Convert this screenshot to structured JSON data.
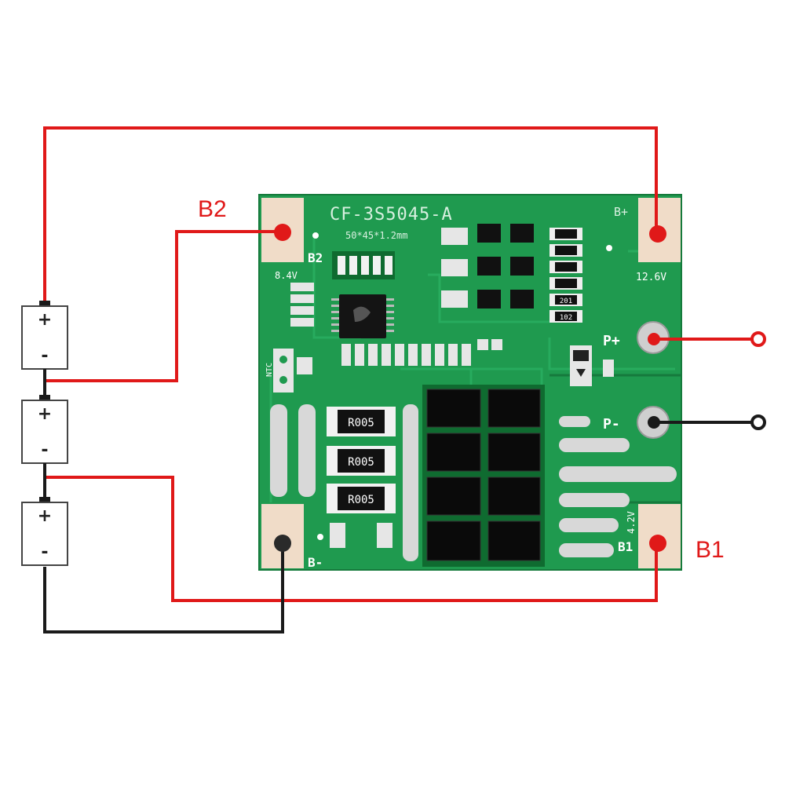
{
  "colors": {
    "wire_red": "#e01919",
    "wire_black": "#1a1a1a",
    "pcb_green": "#1f9a4f",
    "pad": "#f0dcc8",
    "label_red": "#e01919"
  },
  "external_labels": {
    "b2": "B2",
    "b1": "B1"
  },
  "board": {
    "model": "CF-3S5045-A",
    "dims": "50*45*1.2mm",
    "silk": {
      "b_plus": "B+",
      "b2": "B2",
      "b_minus": "B-",
      "b1": "B1",
      "p_plus": "P+",
      "p_minus": "P-",
      "v_8_4": "8.4V",
      "v_12_6": "12.6V",
      "v_4_2": "4.2V",
      "ntc": "NTC"
    },
    "shunt_resistors": [
      "R005",
      "R005",
      "R005"
    ],
    "smd_resistors": [
      "",
      "",
      "",
      "",
      "201",
      "102"
    ]
  },
  "cells": [
    {
      "plus": "+",
      "minus": "-"
    },
    {
      "plus": "+",
      "minus": "-"
    },
    {
      "plus": "+",
      "minus": "-"
    }
  ]
}
